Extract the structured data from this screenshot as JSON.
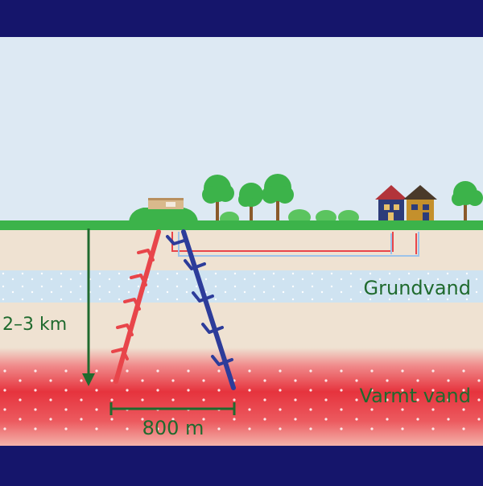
{
  "diagram": {
    "layers": {
      "groundwater": "Grundvand",
      "hot_water": "Varmt vand"
    },
    "depth_label": "2–3 km",
    "distance_label": "800 m"
  },
  "colors": {
    "frame": "#15156b",
    "sky": "#dde9f3",
    "grass": "#3cb34a",
    "soil": "#efe2d2",
    "groundwater": "#cfe3f1",
    "hot_water": "#e8333c",
    "label_green": "#1f6a2e",
    "production_well": "#e8454a",
    "injection_well": "#2d3c9a"
  }
}
